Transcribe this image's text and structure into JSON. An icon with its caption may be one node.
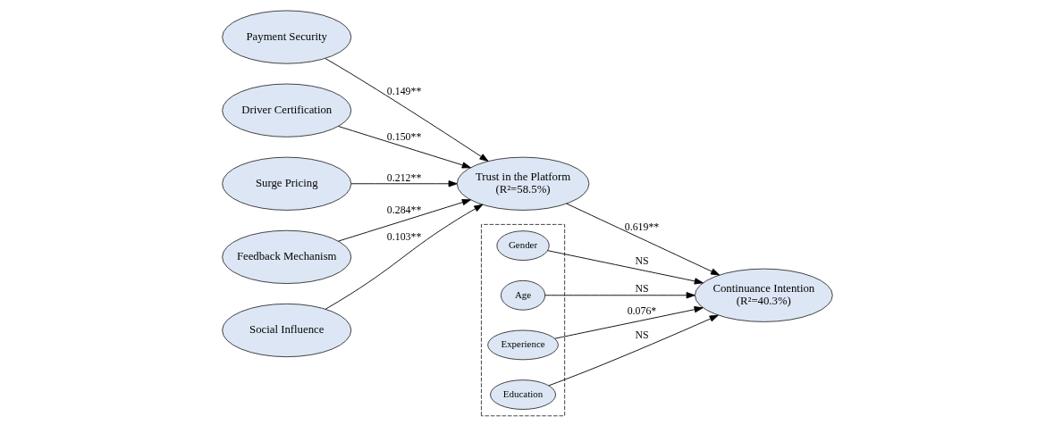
{
  "diagram": {
    "nodes": [
      {
        "text": [
          "Payment Security"
        ]
      },
      {
        "text": [
          "Driver Certification"
        ]
      },
      {
        "text": [
          "Surge Pricing"
        ]
      },
      {
        "text": [
          "Feedback Mechanism"
        ]
      },
      {
        "text": [
          "Social Influence"
        ]
      },
      {
        "text": [
          "Trust in the Platform",
          "(R²=58.5%)"
        ]
      },
      {
        "text": [
          "Continuance Intention",
          "(R²=40.3%)"
        ]
      },
      {
        "text": [],
        "shape": "box"
      },
      {
        "text": [
          "Gender"
        ],
        "in": 7
      },
      {
        "text": [
          "Age"
        ],
        "in": 7
      },
      {
        "text": [
          "Experience"
        ],
        "in": 7
      },
      {
        "text": [
          "Education"
        ],
        "in": 7
      }
    ],
    "edges": [
      {
        "from": 0,
        "to": 5,
        "arrow": "to",
        "label": "0.149**"
      },
      {
        "from": 1,
        "to": 5,
        "arrow": "to",
        "label": "0.150**"
      },
      {
        "from": 2,
        "to": 5,
        "arrow": "to",
        "label": "0.212**"
      },
      {
        "from": 3,
        "to": 5,
        "arrow": "to",
        "label": "0.284**"
      },
      {
        "from": 4,
        "to": 5,
        "arrow": "to",
        "label": "0.103**"
      },
      {
        "from": 5,
        "to": 6,
        "arrow": "to",
        "label": "0.619**"
      },
      {
        "from": 8,
        "to": 6,
        "arrow": "to",
        "label": "NS"
      },
      {
        "from": 9,
        "to": 6,
        "arrow": "to",
        "label": "NS"
      },
      {
        "from": 10,
        "to": 6,
        "arrow": "to",
        "label": "0.076*"
      },
      {
        "from": 11,
        "to": 6,
        "arrow": "to",
        "label": "NS"
      }
    ]
  }
}
